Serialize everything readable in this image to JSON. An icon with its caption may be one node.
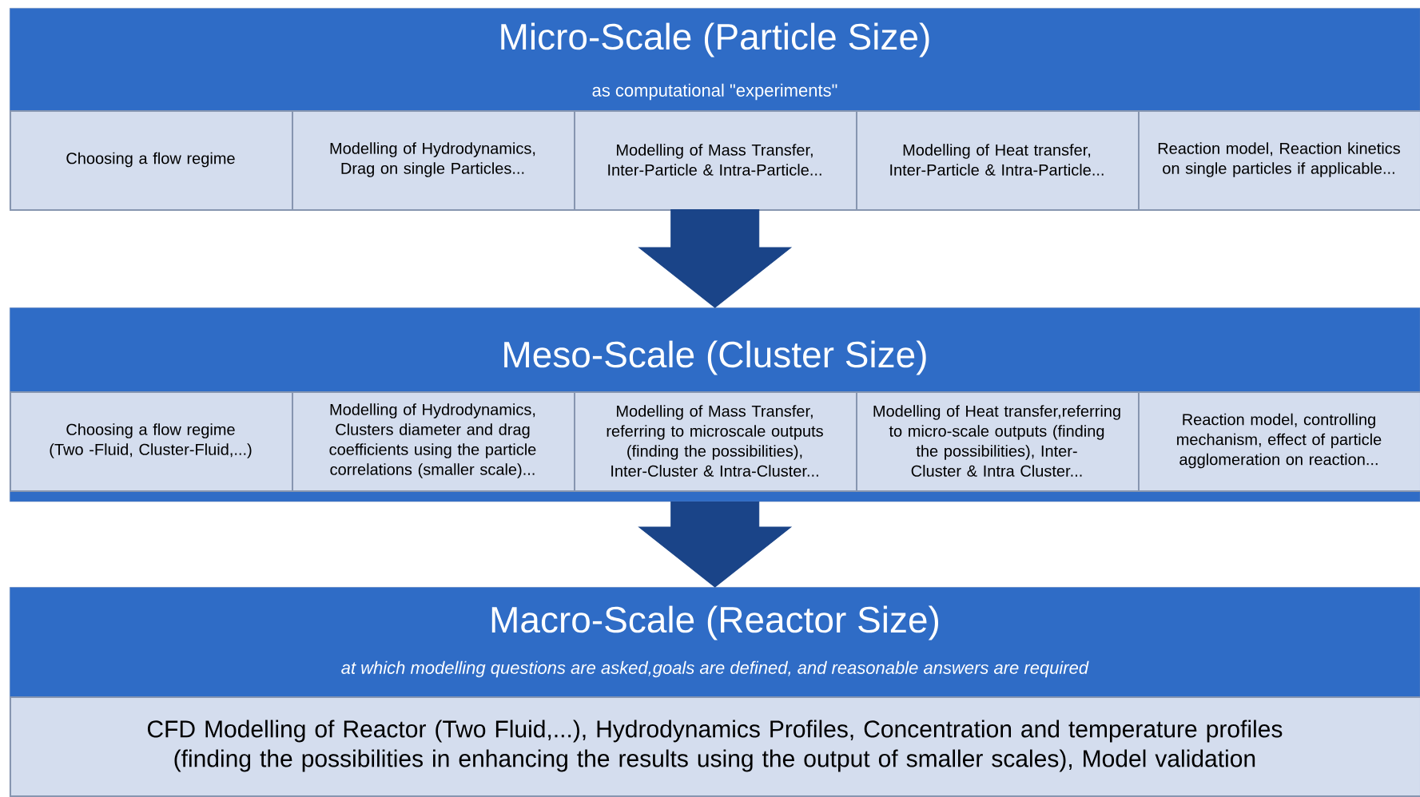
{
  "diagram": {
    "nodes": [
      {
        "text": [
          "Micro-Scale (Particle Size)",
          "as computational \"experiments\""
        ]
      },
      {
        "text": [
          "Choosing a flow regime"
        ],
        "in": 0
      },
      {
        "text": [
          "Modelling of Hydrodynamics, Drag on single Particles..."
        ],
        "in": 0
      },
      {
        "text": [
          "Modelling of Mass Transfer, Inter-Particle & Intra-Particle..."
        ],
        "in": 0
      },
      {
        "text": [
          "Modelling of Heat transfer, Inter-Particle & Intra-Particle..."
        ],
        "in": 0
      },
      {
        "text": [
          "Reaction model, Reaction kinetics on single particles if applicable..."
        ],
        "in": 0
      },
      {
        "text": [
          "Meso-Scale (Cluster Size)"
        ]
      },
      {
        "text": [
          "Choosing a flow regime (Two -Fluid, Cluster-Fluid,...)"
        ],
        "in": 6
      },
      {
        "text": [
          "Modelling of Hydrodynamics, Clusters diameter and drag coefficients using the particle correlations (smaller scale)..."
        ],
        "in": 6
      },
      {
        "text": [
          "Modelling of Mass Transfer, referring to microscale outputs (finding the possibilities), Inter-Cluster & Intra-Cluster..."
        ],
        "in": 6
      },
      {
        "text": [
          "Modelling of Heat transfer,referring to micro-scale outputs (finding the possibilities), Inter-Cluster & Intra Cluster..."
        ],
        "in": 6
      },
      {
        "text": [
          "Reaction model, controlling mechanism, effect of particle agglomeration on reaction..."
        ],
        "in": 6
      },
      {
        "text": [
          "Macro-Scale (Reactor Size)",
          "at which modelling questions are asked,goals are defined, and reasonable answers are required"
        ]
      },
      {
        "text": [
          "CFD Modelling of Reactor (Two Fluid,...), Hydrodynamics Profiles, Concentration and temperature profiles (finding the possibilities in enhancing the results using the output of smaller scales), Model validation"
        ],
        "in": 12
      }
    ],
    "edges": [
      {
        "from": 0,
        "to": 6,
        "arrow": "to"
      },
      {
        "from": 6,
        "to": 12,
        "arrow": "to"
      }
    ]
  }
}
